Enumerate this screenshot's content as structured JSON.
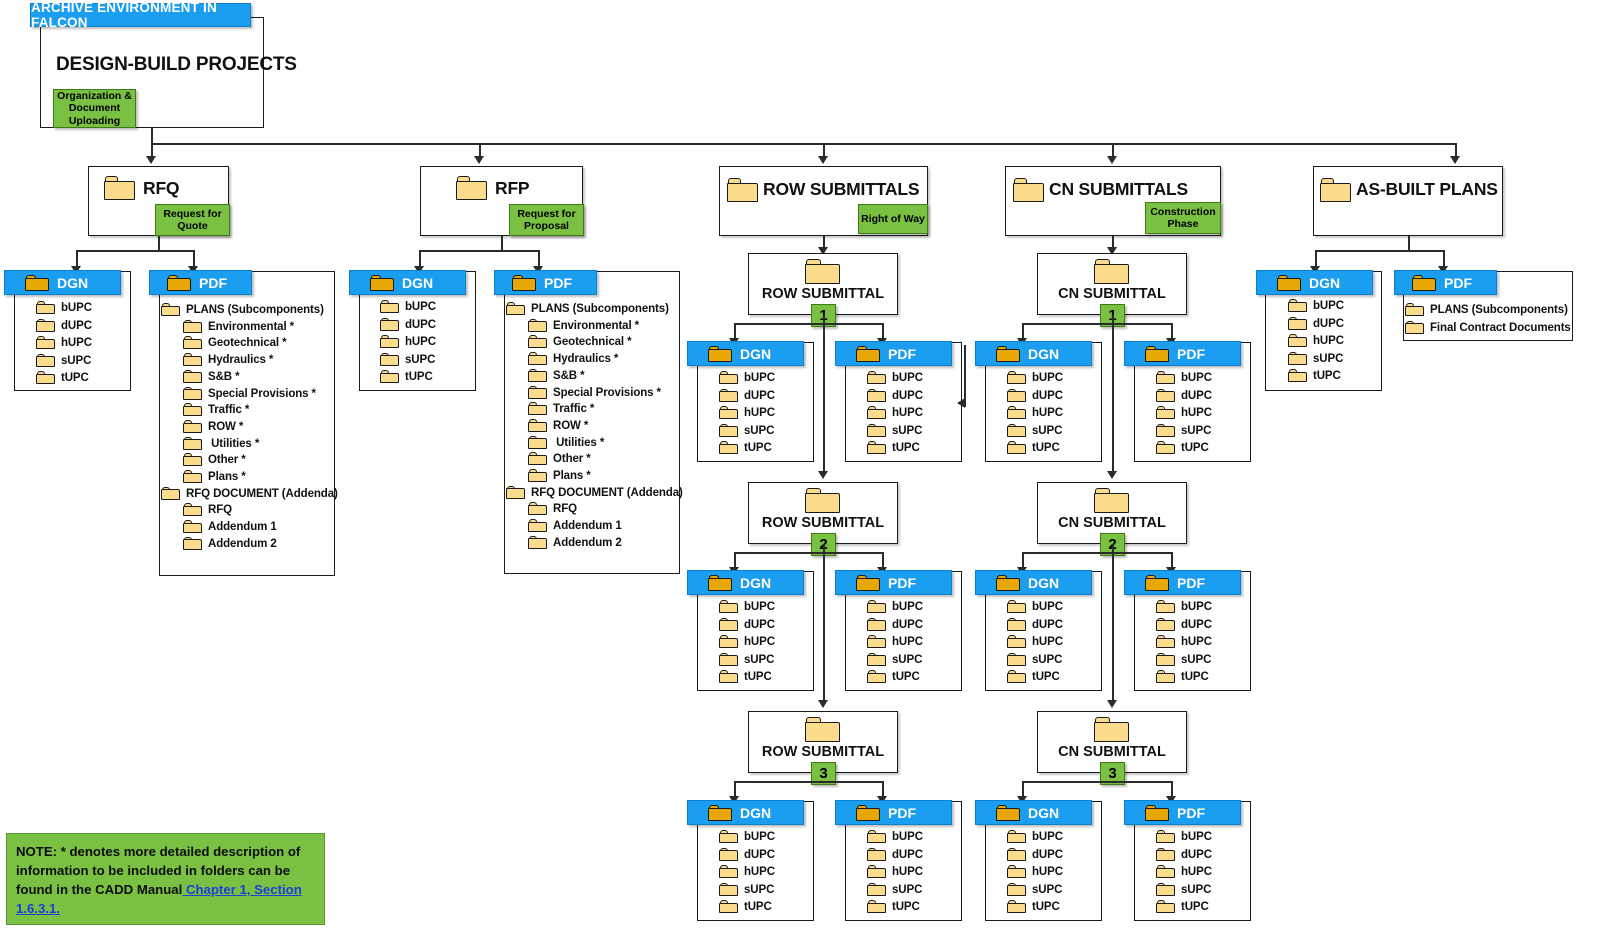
{
  "diagram": {
    "root_banner": "ARCHIVE ENVIRONMENT IN FALCON",
    "root_title": "DESIGN-BUILD PROJECTS",
    "root_tag": "Organization & Document Uploading",
    "note": {
      "prefix": "NOTE:  * denotes more detailed description of information to be included in folders can be found in the CADD Manual",
      "link": " Chapter 1, Section 1.6.3.1."
    },
    "colors": {
      "blue_header": "#1b9df0",
      "green_tag": "#7ac143",
      "folder_light": "#fadc8c",
      "folder_gold": "#e8a704",
      "line": "#2b2b2b",
      "link": "#1d3fd6"
    },
    "labels": {
      "dgn": "DGN",
      "pdf": "PDF"
    },
    "upc_list": [
      "bUPC",
      "dUPC",
      "hUPC",
      "sUPC",
      "tUPC"
    ],
    "plans_subcomponents_header": "PLANS (Subcomponents)",
    "plans_subcomponents": [
      "Environmental *",
      "Geotechnical *",
      "Hydraulics *",
      "S&B *",
      "Special Provisions *",
      "Traffic *",
      "ROW *",
      " Utilities *",
      "Other *",
      "Plans *"
    ],
    "rfq_document_header": "RFQ DOCUMENT (Addenda)",
    "rfq_document_items": [
      "RFQ",
      "Addendum 1",
      "Addendum 2"
    ],
    "asbuilt_pdf_items": [
      "PLANS (Subcomponents)",
      "Final Contract Documents"
    ],
    "columns": [
      {
        "id": "rfq",
        "title": "RFQ",
        "tag": "Request for Quote"
      },
      {
        "id": "rfp",
        "title": "RFP",
        "tag": "Request for Proposal"
      },
      {
        "id": "row",
        "title": "ROW SUBMITTALS",
        "tag": "Right of Way"
      },
      {
        "id": "cn",
        "title": "CN SUBMITTALS",
        "tag": "Construction Phase"
      },
      {
        "id": "asbuilt",
        "title": "AS-BUILT PLANS",
        "tag": ""
      }
    ],
    "row_submittals": [
      {
        "title": "ROW SUBMITTAL",
        "number": "1"
      },
      {
        "title": "ROW SUBMITTAL",
        "number": "2"
      },
      {
        "title": "ROW SUBMITTAL",
        "number": "3"
      }
    ],
    "cn_submittals": [
      {
        "title": "CN SUBMITTAL",
        "number": "1"
      },
      {
        "title": "CN SUBMITTAL",
        "number": "2"
      },
      {
        "title": "CN SUBMITTAL",
        "number": "3"
      }
    ]
  }
}
